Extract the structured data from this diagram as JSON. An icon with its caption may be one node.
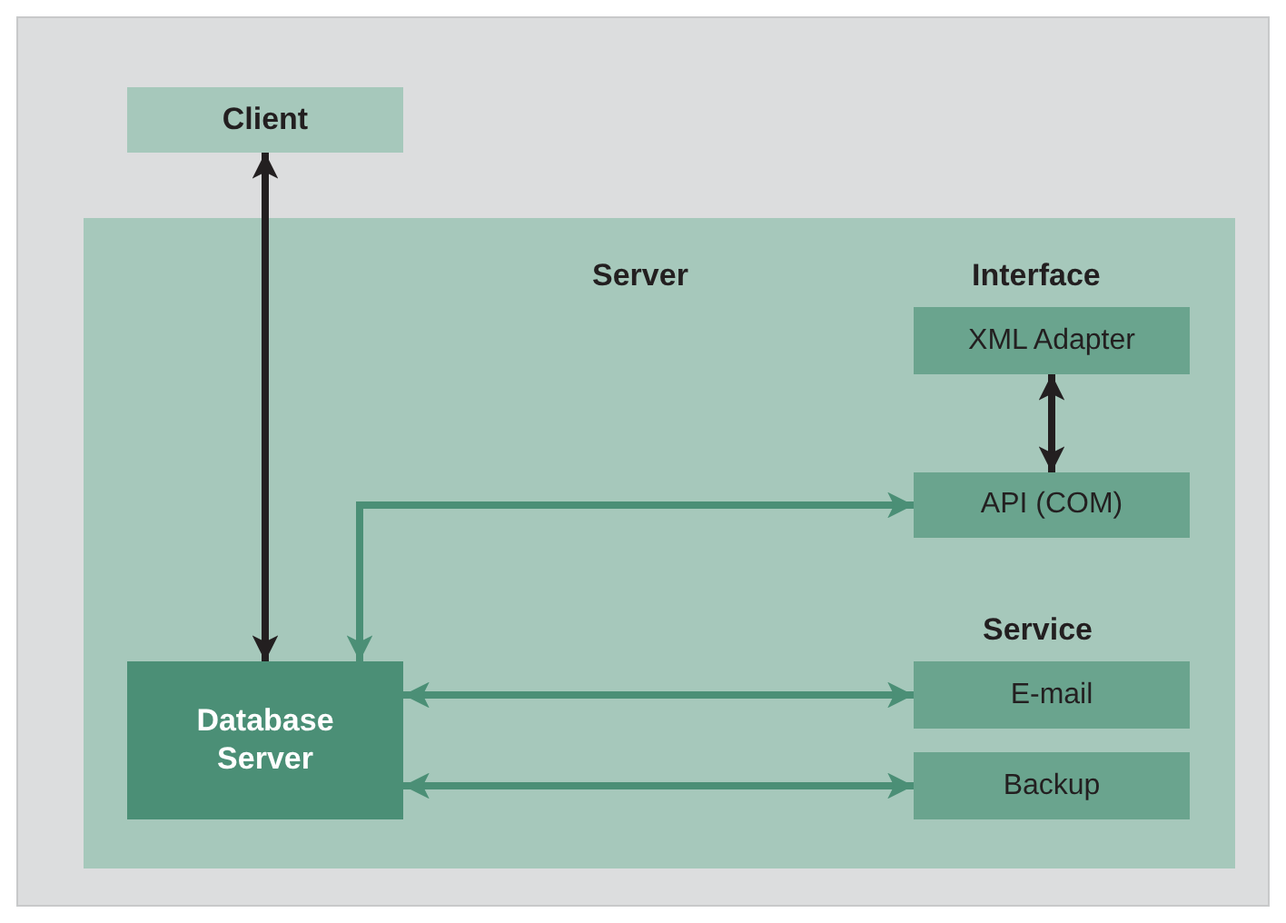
{
  "diagram": {
    "nodes": [
      {
        "text": [
          "Client"
        ]
      },
      {
        "text": [
          "Server"
        ]
      },
      {
        "text": [
          "XML Adapter"
        ],
        "in": 1
      },
      {
        "text": [
          "API (COM)"
        ],
        "in": 1
      },
      {
        "text": [
          "Database Server"
        ],
        "in": 1
      },
      {
        "text": [
          "E-mail"
        ],
        "in": 1
      },
      {
        "text": [
          "Backup"
        ],
        "in": 1
      }
    ],
    "edges": [
      {
        "from": 0,
        "to": 4,
        "arrow": "both",
        "color": "#231f20"
      },
      {
        "from": 2,
        "to": 3,
        "arrow": "both",
        "color": "#231f20"
      },
      {
        "from": 4,
        "to": 3,
        "arrow": "both"
      },
      {
        "from": 4,
        "to": 5,
        "arrow": "both"
      },
      {
        "from": 4,
        "to": 6,
        "arrow": "both"
      }
    ],
    "labels": [
      "Interface",
      "Service"
    ]
  }
}
